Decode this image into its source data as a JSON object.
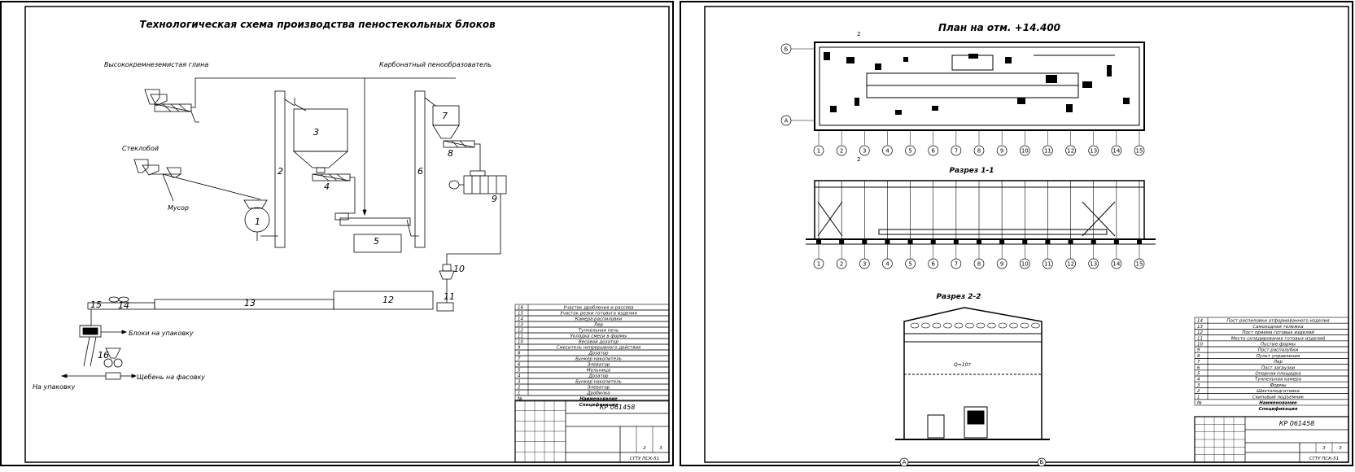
{
  "sheet1": {
    "title": "Технологическая схема производства пеностекольных блоков",
    "labels": {
      "clay": "Высококремнеземистая глина",
      "carbonate": "Карбонатный пенообразователь",
      "cullet": "Стеклобой",
      "trash": "Мусор",
      "blocks_pack": "Блоки на упаковку",
      "gravel_pack": "Щебень на фасовку",
      "to_pack": "На упаковку"
    },
    "equipment_numbers": [
      "1",
      "2",
      "3",
      "4",
      "5",
      "6",
      "7",
      "8",
      "9",
      "10",
      "11",
      "12",
      "13",
      "14",
      "15",
      "16"
    ],
    "spec_rows": [
      {
        "pos": "16",
        "name": "Участок дробления и рассева"
      },
      {
        "pos": "15",
        "name": "Участок резки готового изделия"
      },
      {
        "pos": "14",
        "name": "Камера распиловки"
      },
      {
        "pos": "13",
        "name": "Лер"
      },
      {
        "pos": "12",
        "name": "Туннельная печь"
      },
      {
        "pos": "11",
        "name": "Укладка смеси в формы"
      },
      {
        "pos": "10",
        "name": "Весовой дозатор"
      },
      {
        "pos": "9",
        "name": "Смеситель непрерывного действия"
      },
      {
        "pos": "8",
        "name": "Дозатор"
      },
      {
        "pos": "7",
        "name": "Бункер накопитель"
      },
      {
        "pos": "6",
        "name": "Элеватор"
      },
      {
        "pos": "5",
        "name": "Мельница"
      },
      {
        "pos": "4",
        "name": "Дозатор"
      },
      {
        "pos": "3",
        "name": "Бункер накопитель"
      },
      {
        "pos": "2",
        "name": "Элеватор"
      },
      {
        "pos": "1",
        "name": "Дробилка"
      }
    ],
    "spec_header": "Наименование",
    "spec_caption": "Спецификация",
    "stamp": {
      "code": "КР 061458",
      "sheet": "2",
      "sheets": "3",
      "org": "СГТУ ПСК-51"
    }
  },
  "sheet2": {
    "plan_title": "План на отм. +14.400",
    "section1_title": "Разрез 1-1",
    "section2_title": "Разрез 2-2",
    "axes": [
      "1",
      "2",
      "3",
      "4",
      "5",
      "6",
      "7",
      "8",
      "9",
      "10",
      "11",
      "12",
      "13",
      "14",
      "15"
    ],
    "row_axes": [
      "Б",
      "А"
    ],
    "section2_axes": [
      "А",
      "Б"
    ],
    "cut_mark": "2",
    "crane_label": "Q=10т",
    "spec_rows": [
      {
        "pos": "14",
        "name": "Пост распиловки отформованного изделия"
      },
      {
        "pos": "13",
        "name": "Самоходная тележка"
      },
      {
        "pos": "12",
        "name": "Пост приема готовых изделий"
      },
      {
        "pos": "11",
        "name": "Место складирования готовых изделий"
      },
      {
        "pos": "10",
        "name": "Пустые формы"
      },
      {
        "pos": "9",
        "name": "Пост распалубки"
      },
      {
        "pos": "8",
        "name": "Пульт управления"
      },
      {
        "pos": "7",
        "name": "Лер"
      },
      {
        "pos": "6",
        "name": "Пост загрузки"
      },
      {
        "pos": "5",
        "name": "Опорная площадка"
      },
      {
        "pos": "4",
        "name": "Туннельная камера"
      },
      {
        "pos": "3",
        "name": "Формы"
      },
      {
        "pos": "2",
        "name": "Шихтоподготовка"
      },
      {
        "pos": "1",
        "name": "Скиповый подъемник"
      }
    ],
    "spec_header": "Наименование",
    "spec_caption": "Спецификация",
    "stamp": {
      "code": "КР 061458",
      "sheet": "3",
      "sheets": "3",
      "org": "СГТУ ПСК-51"
    }
  }
}
